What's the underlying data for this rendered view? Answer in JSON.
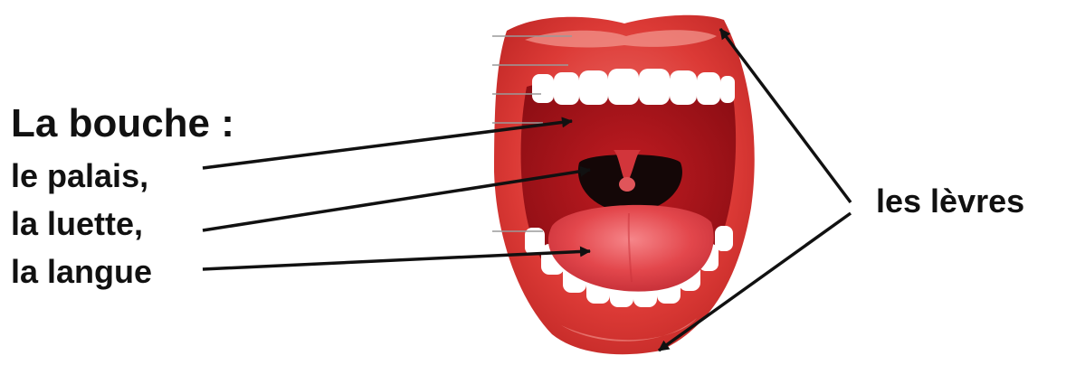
{
  "labels": {
    "title": "La bouche :",
    "palate": "le palais,",
    "uvula": "la luette,",
    "tongue": "la langue",
    "lips": "les lèvres"
  },
  "colors": {
    "lips": "#d8322f",
    "lips_highlight": "#f08a84",
    "mouth_cavity": "#a8141c",
    "throat": "#1a0a0a",
    "tongue": "#e0464a",
    "teeth": "#ffffff",
    "arrow": "#111111",
    "text": "#111111"
  }
}
